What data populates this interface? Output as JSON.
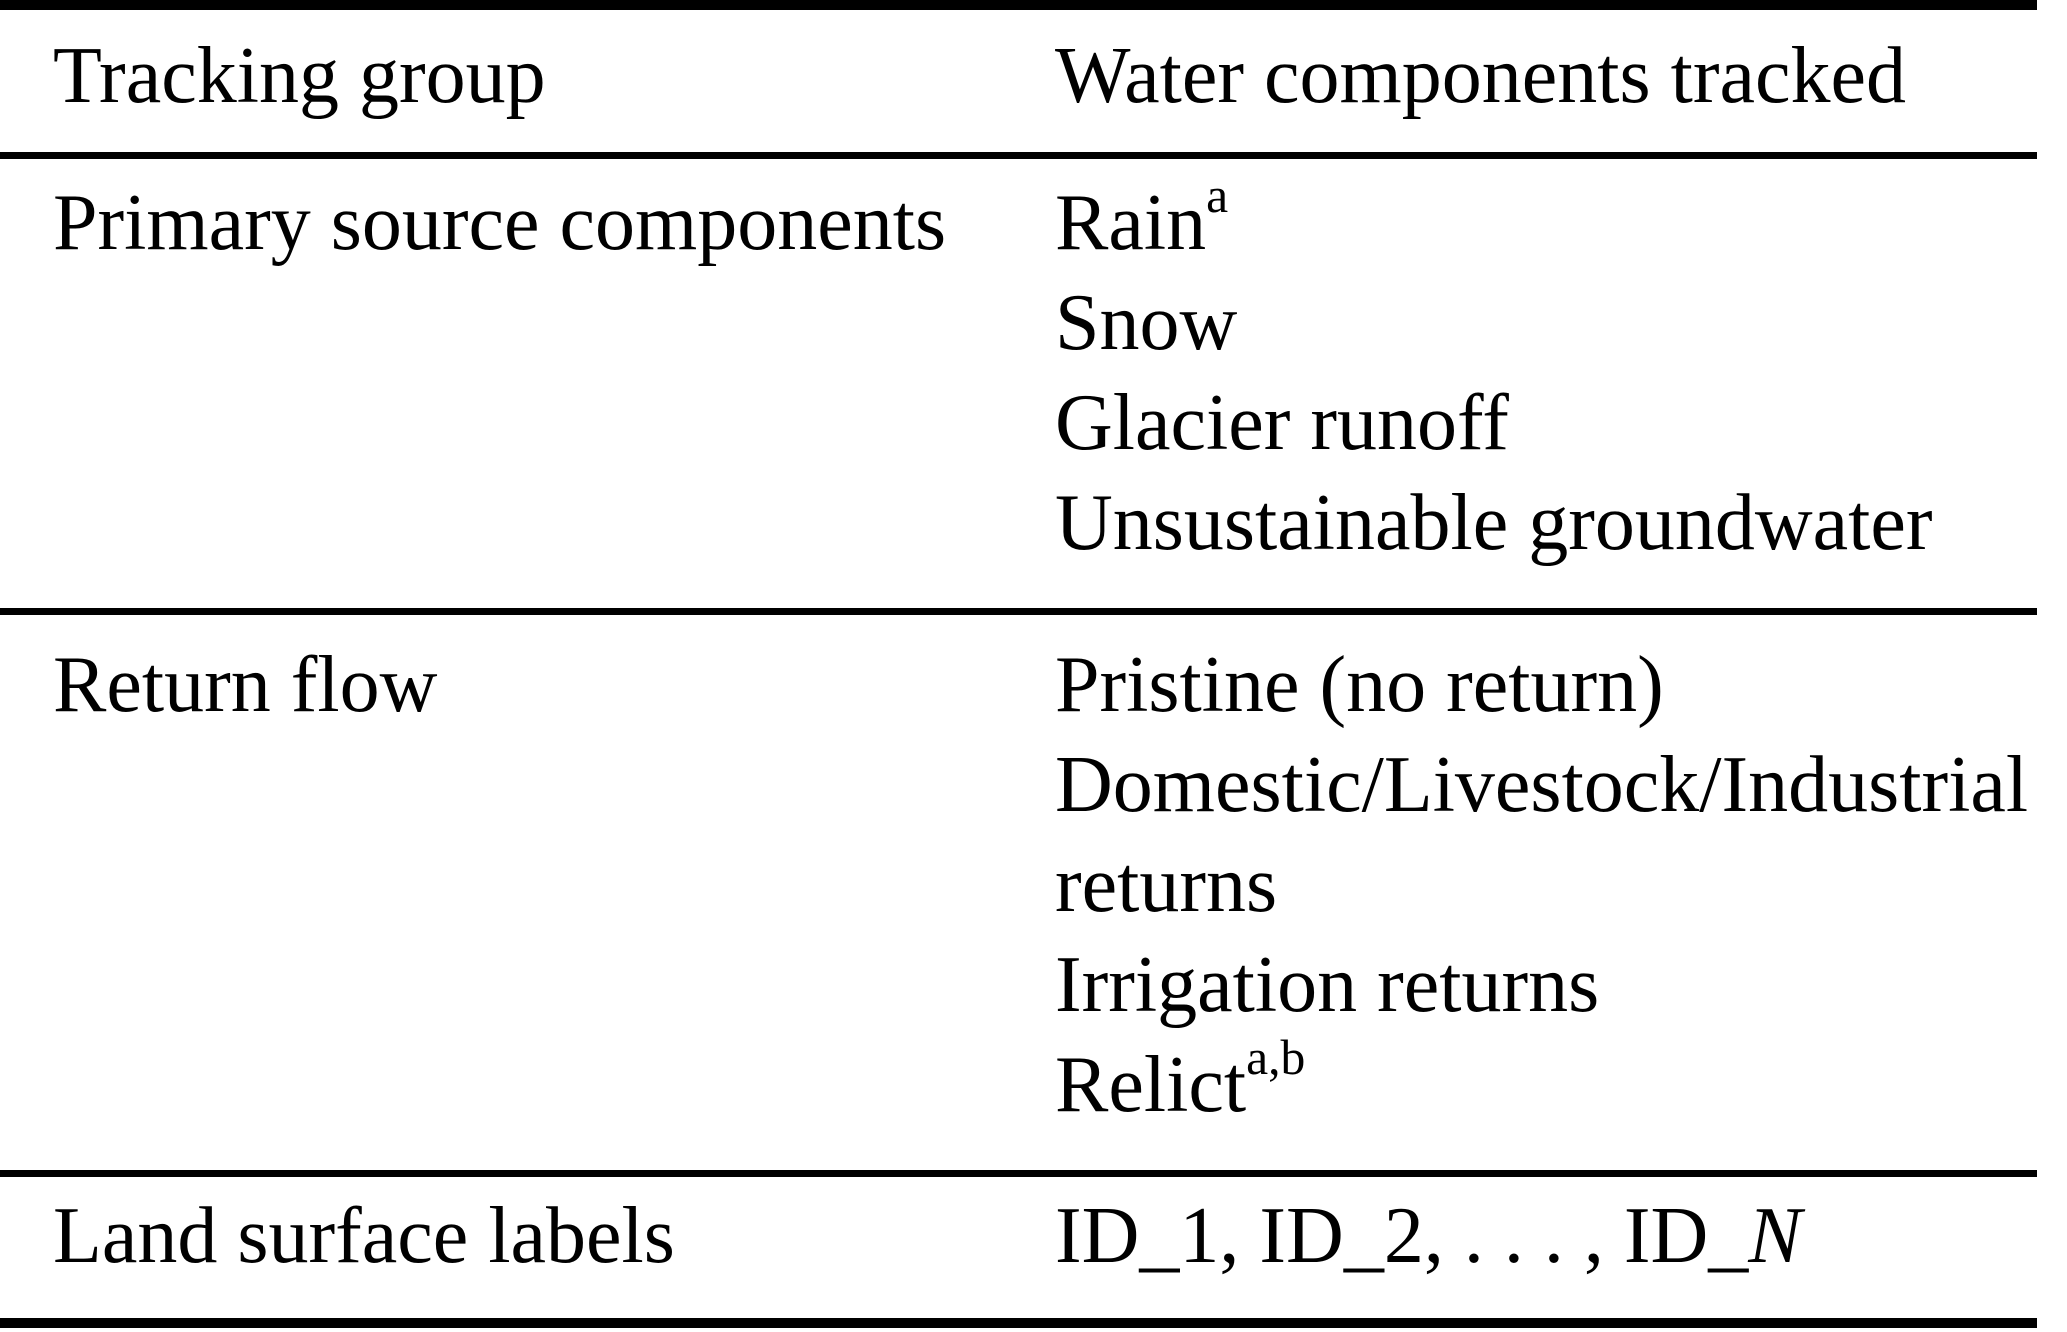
{
  "table": {
    "columns": [
      "Tracking group",
      "Water components tracked"
    ],
    "groups": [
      {
        "group": "Primary source components",
        "components": [
          {
            "lines": [
              {
                "text": "Rain",
                "sup": "a"
              }
            ]
          },
          {
            "lines": [
              {
                "text": "Snow"
              }
            ]
          },
          {
            "lines": [
              {
                "text": "Glacier runoff"
              }
            ]
          },
          {
            "lines": [
              {
                "text": "Unsustainable groundwater"
              }
            ]
          }
        ]
      },
      {
        "group": "Return flow",
        "components": [
          {
            "lines": [
              {
                "text": "Pristine (no return)"
              }
            ]
          },
          {
            "lines": [
              {
                "text": "Domestic/Livestock/Industrial"
              },
              {
                "text": "returns"
              }
            ]
          },
          {
            "lines": [
              {
                "text": "Irrigation returns"
              }
            ]
          },
          {
            "lines": [
              {
                "text": "Relict",
                "sup": "a,b"
              }
            ]
          }
        ]
      },
      {
        "group": "Land surface labels",
        "components": [
          {
            "lines": [
              {
                "text": "ID_1, ID_2, . . . , ID_",
                "italic": "N"
              }
            ]
          }
        ]
      }
    ],
    "colors": {
      "text": "#000000",
      "background": "#ffffff",
      "rule": "#000000"
    }
  }
}
